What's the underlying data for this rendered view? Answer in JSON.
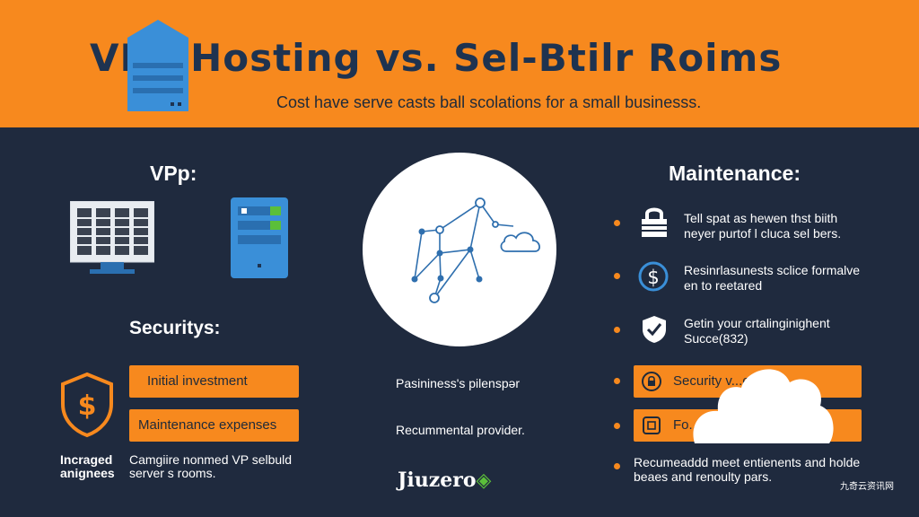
{
  "header": {
    "title": "VPS Hosting vs. Sel-Btilr Roims",
    "subtitle": "Cost have serve casts ball scolations for a small businesss."
  },
  "left": {
    "vps_heading": "VPp:",
    "security_heading": "Securitys:",
    "shield_caption_1": "Incraged",
    "shield_caption_2": "anignees",
    "buttons": [
      "Initial investment",
      "Maintenance expenses"
    ],
    "note_1": "Camgiire nonmed VP selbuld",
    "note_2": "server s rooms."
  },
  "center": {
    "label_1": "Pasininess's pilenspər",
    "label_2": "Recummental provider.",
    "brand": "Jiuzero"
  },
  "right": {
    "heading": "Maintenance:",
    "items": [
      {
        "icon": "lock-icon",
        "line1": "Tell spat as hewen thst biith",
        "line2": "neyer purtof l cluca sel bers."
      },
      {
        "icon": "dollar-icon",
        "line1": "Resinrlasunests sclice formalve",
        "line2": "en to reetared"
      },
      {
        "icon": "shield-check-icon",
        "line1": "Getin your crtalinginighent",
        "line2": "Succe(832)"
      }
    ],
    "buttons": [
      "Security v...ent",
      "Fo...ns"
    ],
    "footer_1": "Recumeaddd meet entienents and holde",
    "footer_2": "beaes and renoulty pars."
  },
  "watermark": "九奇云资讯网",
  "colors": {
    "orange": "#f7891e",
    "navy": "#1f2a3e",
    "blue": "#3a8fd8",
    "green": "#5bbf3a"
  }
}
